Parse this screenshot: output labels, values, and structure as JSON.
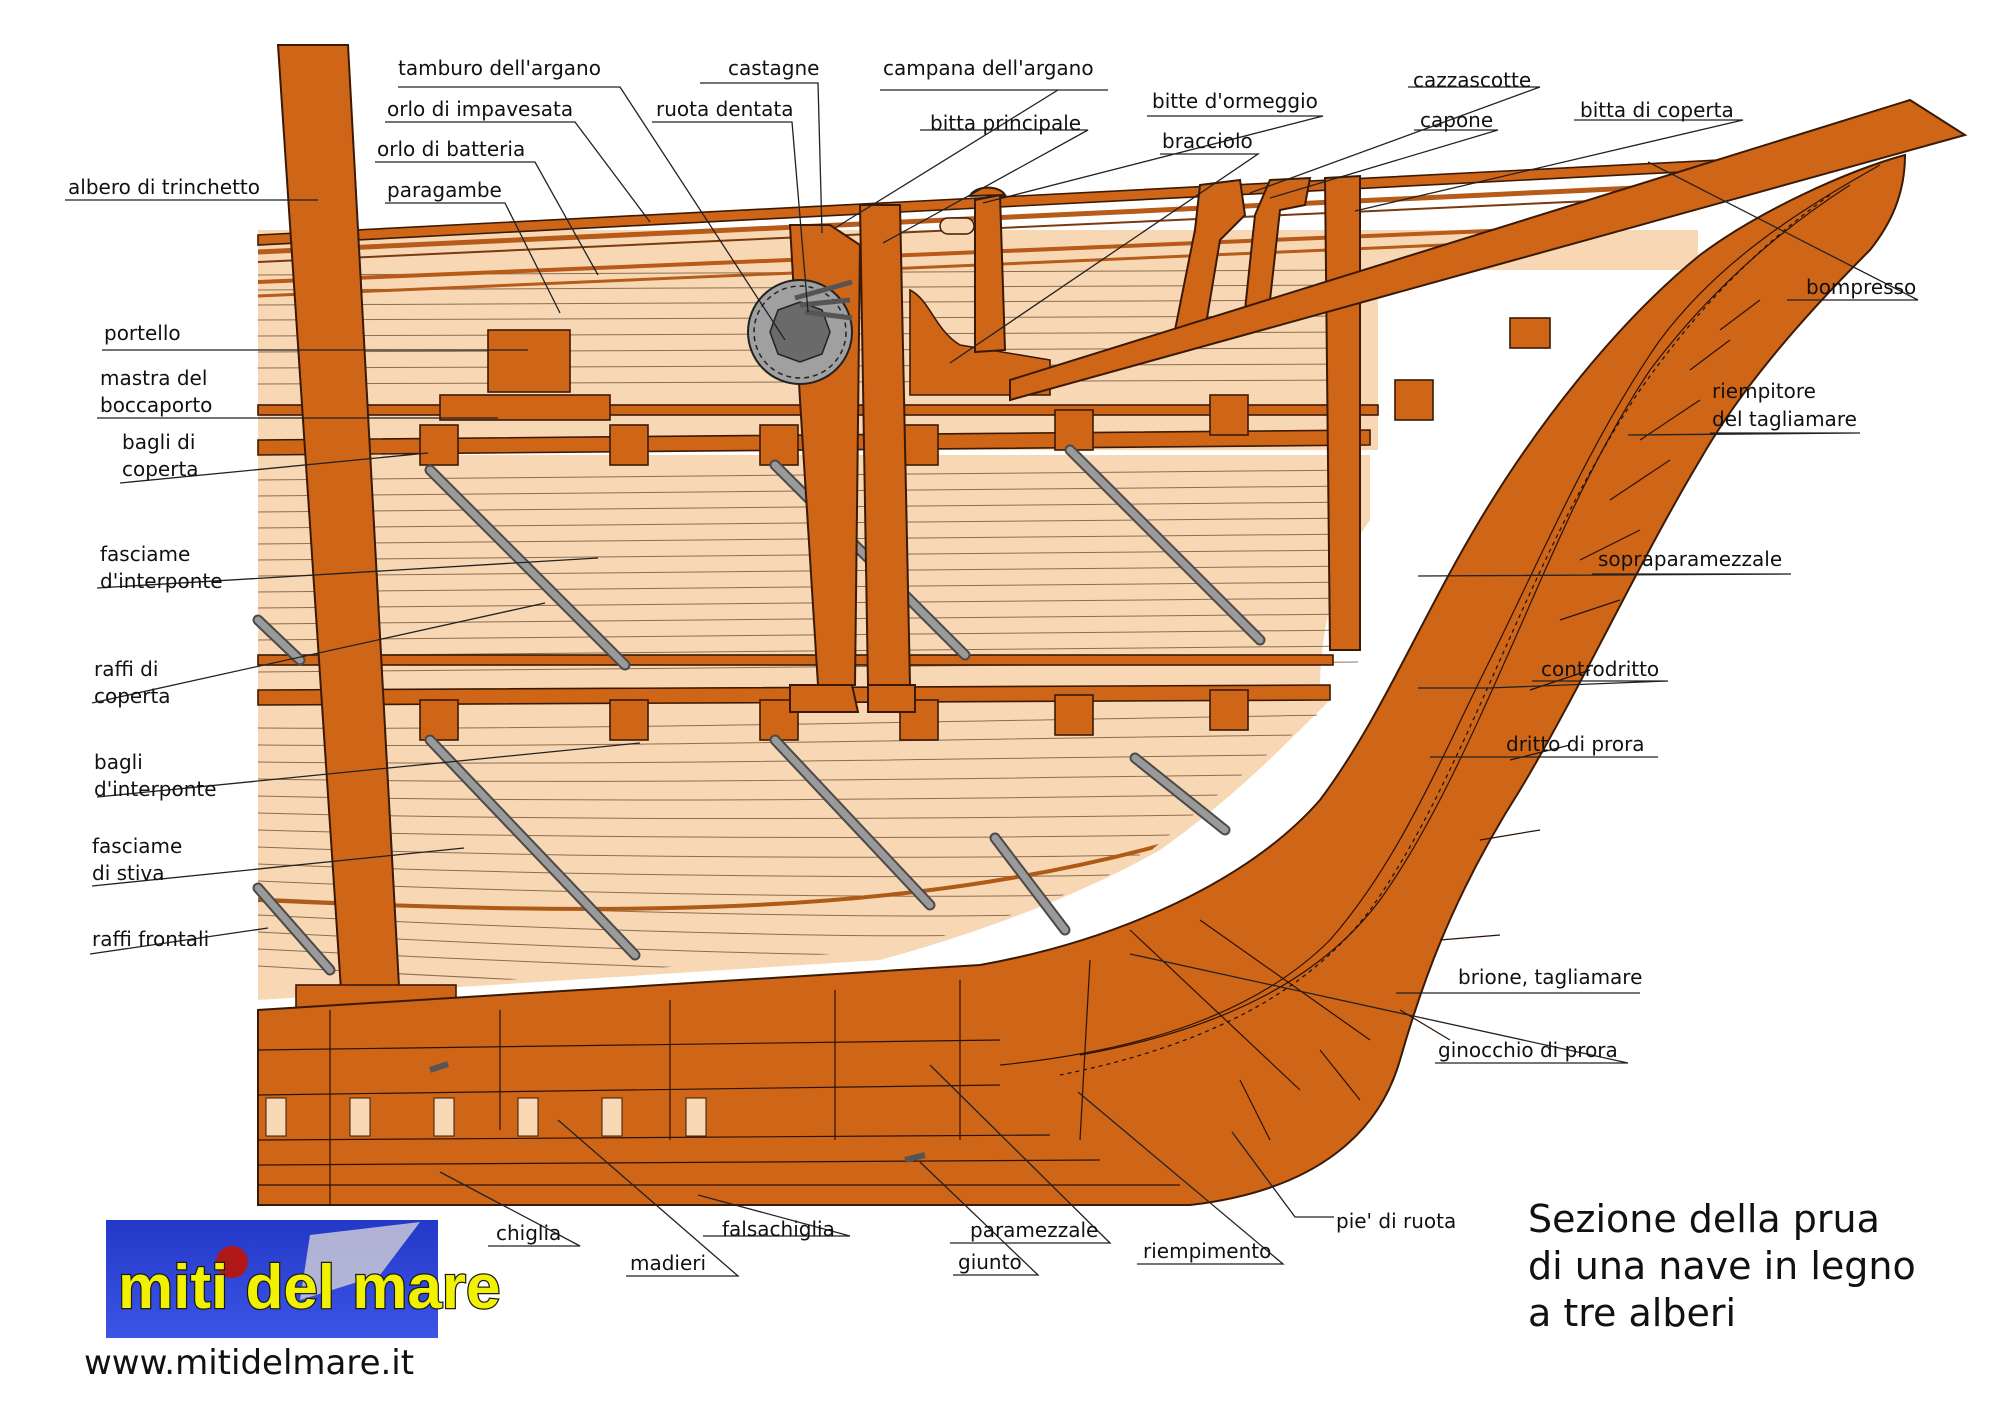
{
  "labels": {
    "albero_di_trinchetto": "albero di trinchetto",
    "tamburo_dell_argano": "tamburo dell'argano",
    "orlo_di_impavesata": "orlo di impavesata",
    "orlo_di_batteria": "orlo di batteria",
    "paragambe": "paragambe",
    "castagne": "castagne",
    "ruota_dentata": "ruota dentata",
    "campana_dell_argano": "campana dell'argano",
    "bitta_principale": "bitta principale",
    "bitte_d_ormeggio": "bitte d'ormeggio",
    "bracciolo": "bracciolo",
    "cazzascotte": "cazzascotte",
    "capone": "capone",
    "bitta_di_coperta": "bitta di coperta",
    "bompresso": "bompresso",
    "riempitore_1": "riempitore",
    "riempitore_2": "del tagliamare",
    "sopraparamezzale": "sopraparamezzale",
    "controdritto": "controdritto",
    "dritto_di_prora": "dritto di prora",
    "portello": "portello",
    "mastra_1": "mastra del",
    "mastra_2": "boccaporto",
    "bagli_cop_1": "bagli di",
    "bagli_cop_2": "coperta",
    "fasciame_int_1": "fasciame",
    "fasciame_int_2": "d'interponte",
    "raffi_cop_1": "raffi di",
    "raffi_cop_2": "coperta",
    "bagli_int_1": "bagli",
    "bagli_int_2": "d'interponte",
    "fasciame_stiva_1": "fasciame",
    "fasciame_stiva_2": "di stiva",
    "raffi_frontali": "raffi frontali",
    "brione": "brione, tagliamare",
    "ginocchio": "ginocchio di prora",
    "pie_di_ruota": "pie' di ruota",
    "chiglia": "chiglia",
    "madieri": "madieri",
    "falsachiglia": "falsachiglia",
    "paramezzale": "paramezzale",
    "giunto": "giunto",
    "riempimento": "riempimento"
  },
  "title_lines": [
    "Sezione della prua",
    "di una nave in legno",
    "a tre alberi"
  ],
  "logo": {
    "text": "miti del mare",
    "url": "www.mitidelmare.it"
  },
  "colors": {
    "wood": "#cf6517",
    "planking": "#f8d8b4",
    "iron": "#9a9a9a",
    "logo_bg": "#2b3fd6",
    "logo_text": "#f2f200"
  }
}
